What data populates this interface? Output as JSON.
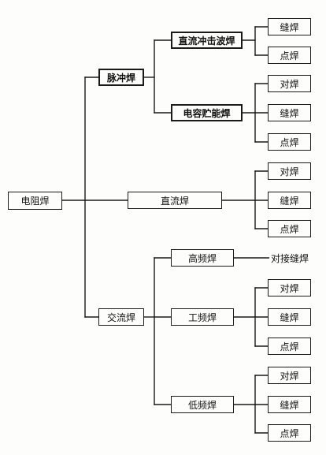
{
  "root": "电阻焊",
  "pulse": {
    "label": "脉冲焊",
    "dc_impulse": {
      "label": "直流冲击波焊",
      "children": [
        "缝焊",
        "点焊"
      ]
    },
    "capacitor": {
      "label": "电容贮能焊",
      "children": [
        "对焊",
        "缝焊",
        "点焊"
      ]
    }
  },
  "dc": {
    "label": "直流焊",
    "children": [
      "对焊",
      "缝焊",
      "点焊"
    ]
  },
  "ac": {
    "label": "交流焊",
    "high_freq": {
      "label": "高频焊",
      "children": [
        "对接缝焊"
      ]
    },
    "power_freq": {
      "label": "工频焊",
      "children": [
        "对焊",
        "缝焊",
        "点焊"
      ]
    },
    "low_freq": {
      "label": "低频焊",
      "children": [
        "对焊",
        "缝焊",
        "点焊"
      ]
    }
  }
}
